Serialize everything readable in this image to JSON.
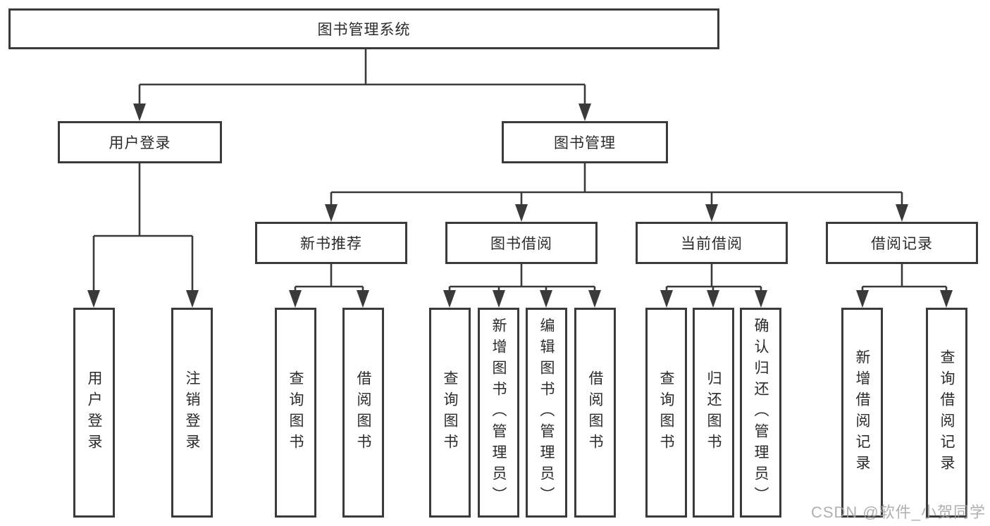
{
  "diagram": {
    "type": "org-tree",
    "colors": {
      "line": "#3a3a3a",
      "box_border": "#3a3a3a",
      "text": "#2b2b2b",
      "background": "#ffffff",
      "watermark": "#a2a2a2"
    }
  },
  "tree": {
    "label": "图书管理系统",
    "children": [
      {
        "label": "用户登录",
        "children": [
          {
            "label": "用户登录"
          },
          {
            "label": "注销登录"
          }
        ]
      },
      {
        "label": "图书管理",
        "children": [
          {
            "label": "新书推荐",
            "children": [
              {
                "label": "查询图书"
              },
              {
                "label": "借阅图书"
              }
            ]
          },
          {
            "label": "图书借阅",
            "children": [
              {
                "label": "查询图书"
              },
              {
                "label": "新增图书（管理员）"
              },
              {
                "label": "编辑图书（管理员）"
              },
              {
                "label": "借阅图书"
              }
            ]
          },
          {
            "label": "当前借阅",
            "children": [
              {
                "label": "查询图书"
              },
              {
                "label": "归还图书"
              },
              {
                "label": "确认归还（管理员）"
              }
            ]
          },
          {
            "label": "借阅记录",
            "children": [
              {
                "label": "新增借阅记录"
              },
              {
                "label": "查询借阅记录"
              }
            ]
          }
        ]
      }
    ]
  },
  "watermark": {
    "text": "CSDN @软件_小贺同学"
  }
}
